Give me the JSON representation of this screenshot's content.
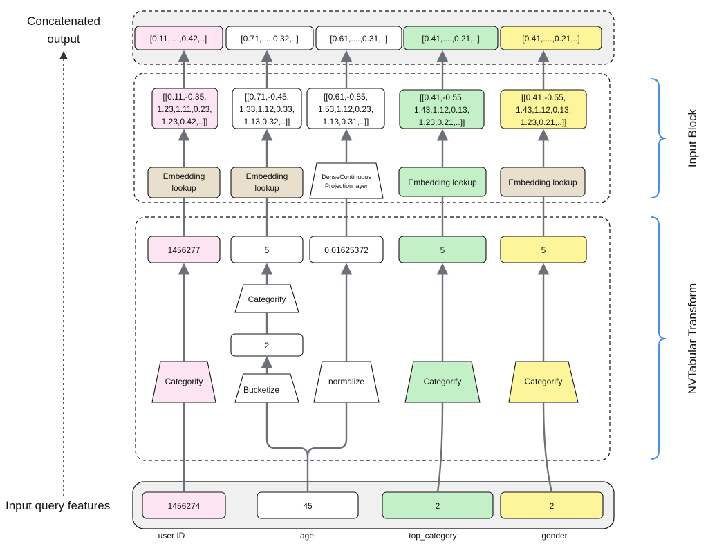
{
  "labels": {
    "concatenated_output": [
      "Concatenated",
      "output"
    ],
    "input_query_features": "Input query features",
    "input_block": "Input Block",
    "nvtabular_transform": "NVTabular Transform"
  },
  "colors": {
    "pink": "#fce4f3",
    "white": "#ffffff",
    "green": "#c4f0c8",
    "yellow": "#fcf59a",
    "tan": "#e8e0cc",
    "gray_panel": "#f0f0f0",
    "connector": "#6b7079",
    "bracket": "#4a90e2"
  },
  "features": [
    {
      "name": "user ID",
      "value": "1456274"
    },
    {
      "name": "age",
      "value": "45"
    },
    {
      "name": "top_category",
      "value": "2"
    },
    {
      "name": "gender",
      "value": "2"
    }
  ],
  "columns": [
    {
      "output": "[0.11,....,0.42,..]",
      "embedding": [
        "[[0.11,-0.35,",
        "1.23,1.11,0.23,",
        "1.23,0.42,..]]"
      ],
      "layer": [
        "Embedding",
        "lookup"
      ],
      "transformed": "1456277",
      "ops": [
        "Categorify"
      ]
    },
    {
      "output": "[0.71,....,0.32,..]",
      "embedding": [
        "[[0.71,-0.45,",
        "1.33,1.12,0.33,",
        "1.13,0.32,..]]"
      ],
      "layer": [
        "Embedding",
        "lookup"
      ],
      "transformed": "5",
      "ops": [
        "Categorify",
        "2",
        "Bucketize"
      ]
    },
    {
      "output": "[0.61,....,0.31,..]",
      "embedding": [
        "[[0.61,-0.85,",
        "1.53,1.12,0.23,",
        "1.13,0.31,..]]"
      ],
      "layer": [
        "DenseContinuous",
        "Projection layer"
      ],
      "transformed": "0.01625372",
      "ops": [
        "normalize"
      ]
    },
    {
      "output": "[0.41,....,0.21,..]",
      "embedding": [
        "[[0.41,-0.55,",
        "1.43,1.12,0.13,",
        "1.23,0.21,..]]"
      ],
      "layer": [
        "Embedding lookup"
      ],
      "transformed": "5",
      "ops": [
        "Categorify"
      ]
    },
    {
      "output": "[0.41,....,0.21,..]",
      "embedding": [
        "[[0.41,-0.55,",
        "1.43,1.12,0.13,",
        "1.23,0.21,..]]"
      ],
      "layer": [
        "Embedding lookup"
      ],
      "transformed": "5",
      "ops": [
        "Categorify"
      ]
    }
  ]
}
